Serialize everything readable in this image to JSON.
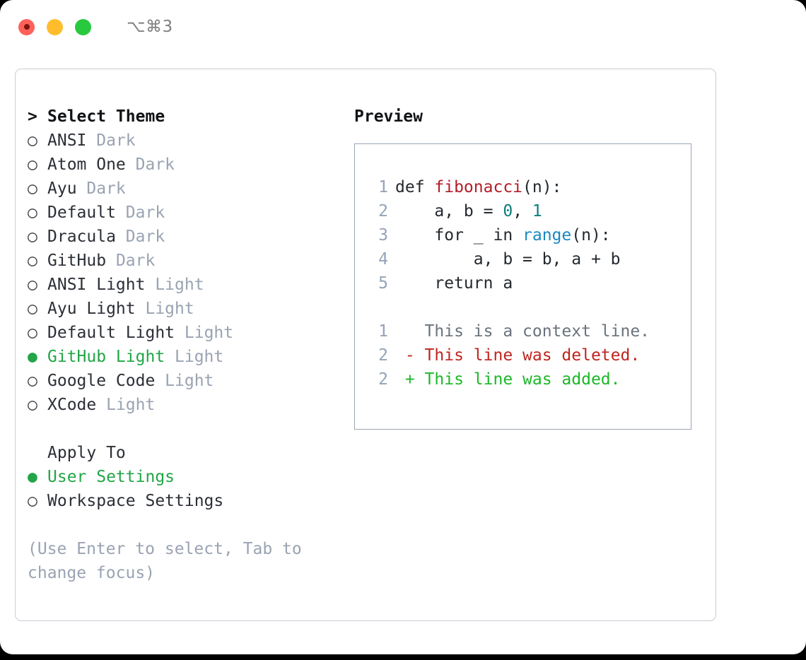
{
  "window": {
    "shortcut": "⌥⌘3",
    "traffic_lights": [
      "close-red",
      "minimize-yellow",
      "maximize-green"
    ]
  },
  "theme_picker": {
    "heading_marker": ">",
    "heading": "Select Theme",
    "bullet_off": "○",
    "bullet_on": "●",
    "items": [
      {
        "name": "ANSI",
        "variant": "Dark",
        "selected": false
      },
      {
        "name": "Atom One",
        "variant": "Dark",
        "selected": false
      },
      {
        "name": "Ayu",
        "variant": "Dark",
        "selected": false
      },
      {
        "name": "Default",
        "variant": "Dark",
        "selected": false
      },
      {
        "name": "Dracula",
        "variant": "Dark",
        "selected": false
      },
      {
        "name": "GitHub",
        "variant": "Dark",
        "selected": false
      },
      {
        "name": "ANSI Light",
        "variant": "Light",
        "selected": false
      },
      {
        "name": "Ayu Light",
        "variant": "Light",
        "selected": false
      },
      {
        "name": "Default Light",
        "variant": "Light",
        "selected": false
      },
      {
        "name": "GitHub Light",
        "variant": "Light",
        "selected": true
      },
      {
        "name": "Google Code",
        "variant": "Light",
        "selected": false
      },
      {
        "name": "XCode",
        "variant": "Light",
        "selected": false
      }
    ]
  },
  "apply_to": {
    "heading": "Apply To",
    "items": [
      {
        "name": "User Settings",
        "selected": true
      },
      {
        "name": "Workspace Settings",
        "selected": false
      }
    ]
  },
  "hint": "(Use Enter to select, Tab to change focus)",
  "preview": {
    "title": "Preview",
    "code_lines": [
      {
        "no": "1",
        "segments": [
          {
            "text": "def ",
            "tok": "plain"
          },
          {
            "text": "fibonacci",
            "tok": "fn"
          },
          {
            "text": "(n):",
            "tok": "plain"
          }
        ]
      },
      {
        "no": "2",
        "segments": [
          {
            "text": "    a, b = ",
            "tok": "plain"
          },
          {
            "text": "0",
            "tok": "num"
          },
          {
            "text": ", ",
            "tok": "plain"
          },
          {
            "text": "1",
            "tok": "num"
          }
        ]
      },
      {
        "no": "3",
        "segments": [
          {
            "text": "    for _ in ",
            "tok": "plain"
          },
          {
            "text": "range",
            "tok": "call"
          },
          {
            "text": "(n):",
            "tok": "plain"
          }
        ]
      },
      {
        "no": "4",
        "segments": [
          {
            "text": "        a, b = b, a + b",
            "tok": "plain"
          }
        ]
      },
      {
        "no": "5",
        "segments": [
          {
            "text": "    return a",
            "tok": "plain"
          }
        ]
      }
    ],
    "diff_lines": [
      {
        "no": "1",
        "sign": " ",
        "text": "This is a context line.",
        "kind": "context"
      },
      {
        "no": "2",
        "sign": "-",
        "text": "This line was deleted.",
        "kind": "del"
      },
      {
        "no": "2",
        "sign": "+",
        "text": "This line was added.",
        "kind": "add"
      }
    ]
  },
  "colors": {
    "selected_green": "#22a546",
    "variant_gray": "#9aa3b2",
    "function_red": "#b31d28",
    "number_teal": "#0d7d7d",
    "call_blue": "#1a8ac0",
    "diff_delete": "#c0241e",
    "diff_add": "#1cb828",
    "line_number": "#94a3b8"
  }
}
